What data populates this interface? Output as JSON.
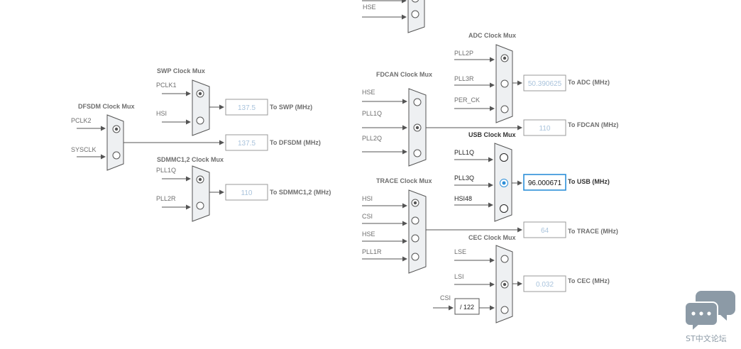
{
  "muxes": {
    "top_partial": {
      "inputs": [
        "HSE"
      ]
    },
    "adc": {
      "title": "ADC Clock Mux",
      "inputs": [
        "PLL2P",
        "PLL3R",
        "PER_CK"
      ],
      "value": "50.390625",
      "output": "To ADC (MHz)"
    },
    "fdcan": {
      "title": "FDCAN Clock Mux",
      "inputs": [
        "HSE",
        "PLL1Q",
        "PLL2Q"
      ],
      "value": "110",
      "output": "To FDCAN (MHz)"
    },
    "usb": {
      "title": "USB Clock Mux",
      "inputs": [
        "PLL1Q",
        "PLL3Q",
        "HSI48"
      ],
      "value": "96.000671",
      "output": "To USB (MHz)"
    },
    "trace": {
      "title": "TRACE Clock Mux",
      "inputs": [
        "HSI",
        "CSI",
        "HSE",
        "PLL1R"
      ],
      "value": "64",
      "output": "To TRACE (MHz)"
    },
    "cec": {
      "title": "CEC Clock Mux",
      "inputs": [
        "LSE",
        "LSI",
        "CSI"
      ],
      "divider": "/ 122",
      "value": "0.032",
      "output": "To CEC (MHz)"
    },
    "swp": {
      "title": "SWP Clock Mux",
      "inputs": [
        "PCLK1",
        "HSI"
      ],
      "value": "137.5",
      "output": "To SWP (MHz)"
    },
    "dfsdm": {
      "title": "DFSDM Clock Mux",
      "inputs": [
        "PCLK2",
        "SYSCLK"
      ],
      "value": "137.5",
      "output": "To DFSDM (MHz)"
    },
    "sdmmc": {
      "title": "SDMMC1,2 Clock Mux",
      "inputs": [
        "PLL1Q",
        "PLL2R"
      ],
      "value": "110",
      "output": "To SDMMC1,2 (MHz)"
    }
  },
  "watermark": {
    "text": "ST中文论坛"
  }
}
